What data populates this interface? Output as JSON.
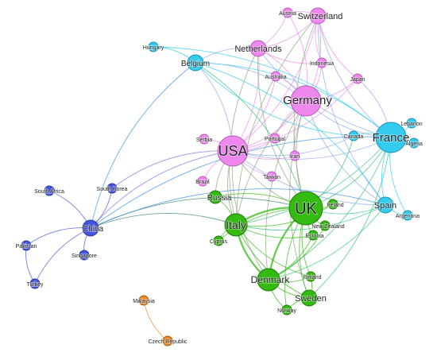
{
  "communities": {
    "pink": {
      "fill": "#ee88ee",
      "stroke": "#b55ab5"
    },
    "cyan": {
      "fill": "#33ccee",
      "stroke": "#1a8fb0"
    },
    "green": {
      "fill": "#33bb11",
      "stroke": "#1f7a0a"
    },
    "blue": {
      "fill": "#4455dd",
      "stroke": "#2a35a0"
    },
    "orange": {
      "fill": "#ee8822",
      "stroke": "#a85a10"
    }
  },
  "nodes": [
    {
      "id": "usa",
      "label": "USA",
      "group": "pink",
      "weight": 5
    },
    {
      "id": "germany",
      "label": "Germany",
      "group": "pink",
      "weight": 5
    },
    {
      "id": "netherlands",
      "label": "Netherlands",
      "group": "pink",
      "weight": 3
    },
    {
      "id": "switzerland",
      "label": "Switzerland",
      "group": "pink",
      "weight": 3
    },
    {
      "id": "austria",
      "label": "Austria",
      "group": "pink",
      "weight": 1
    },
    {
      "id": "indonesia",
      "label": "Indonesia",
      "group": "pink",
      "weight": 1
    },
    {
      "id": "australia",
      "label": "Australia",
      "group": "pink",
      "weight": 1
    },
    {
      "id": "japan",
      "label": "Japan",
      "group": "pink",
      "weight": 1
    },
    {
      "id": "portugal",
      "label": "Portugal",
      "group": "pink",
      "weight": 1
    },
    {
      "id": "iran",
      "label": "Iran",
      "group": "pink",
      "weight": 1
    },
    {
      "id": "serbia",
      "label": "Serbia",
      "group": "pink",
      "weight": 1
    },
    {
      "id": "taiwan",
      "label": "Taiwan",
      "group": "pink",
      "weight": 1
    },
    {
      "id": "brazil",
      "label": "Brazil",
      "group": "pink",
      "weight": 1
    },
    {
      "id": "france",
      "label": "France",
      "group": "cyan",
      "weight": 5
    },
    {
      "id": "belgium",
      "label": "Belgium",
      "group": "cyan",
      "weight": 3
    },
    {
      "id": "hungary",
      "label": "Hungary",
      "group": "cyan",
      "weight": 1
    },
    {
      "id": "canada",
      "label": "Canada",
      "group": "cyan",
      "weight": 1
    },
    {
      "id": "lebanon",
      "label": "Lebanon",
      "group": "cyan",
      "weight": 1
    },
    {
      "id": "algeria",
      "label": "Algeria",
      "group": "cyan",
      "weight": 1
    },
    {
      "id": "spain",
      "label": "Spain",
      "group": "cyan",
      "weight": 3
    },
    {
      "id": "argentina",
      "label": "Argentina",
      "group": "cyan",
      "weight": 1
    },
    {
      "id": "uk",
      "label": "UK",
      "group": "green",
      "weight": 6
    },
    {
      "id": "italy",
      "label": "Italy",
      "group": "green",
      "weight": 4
    },
    {
      "id": "russia",
      "label": "Russia",
      "group": "green",
      "weight": 2
    },
    {
      "id": "ireland",
      "label": "Ireland",
      "group": "green",
      "weight": 1
    },
    {
      "id": "newzealand",
      "label": "New Zealand",
      "group": "green",
      "weight": 1
    },
    {
      "id": "estonia",
      "label": "Estonia",
      "group": "green",
      "weight": 1
    },
    {
      "id": "cyprus",
      "label": "Cyprus",
      "group": "green",
      "weight": 1
    },
    {
      "id": "denmark",
      "label": "Denmark",
      "group": "green",
      "weight": 4
    },
    {
      "id": "finland",
      "label": "Finland",
      "group": "green",
      "weight": 1
    },
    {
      "id": "sweden",
      "label": "Sweden",
      "group": "green",
      "weight": 3
    },
    {
      "id": "norway",
      "label": "Norway",
      "group": "green",
      "weight": 1
    },
    {
      "id": "china",
      "label": "China",
      "group": "blue",
      "weight": 3
    },
    {
      "id": "southkorea",
      "label": "South Korea",
      "group": "blue",
      "weight": 1
    },
    {
      "id": "southafrica",
      "label": "South Africa",
      "group": "blue",
      "weight": 1
    },
    {
      "id": "pakistan",
      "label": "Pakistan",
      "group": "blue",
      "weight": 1
    },
    {
      "id": "singapore",
      "label": "Singapore",
      "group": "blue",
      "weight": 1
    },
    {
      "id": "turkey",
      "label": "Turkey",
      "group": "blue",
      "weight": 1
    },
    {
      "id": "malaysia",
      "label": "Malaysia",
      "group": "orange",
      "weight": 1
    },
    {
      "id": "czech",
      "label": "Czech Republic",
      "group": "orange",
      "weight": 1
    }
  ],
  "edges": [
    [
      "usa",
      "germany"
    ],
    [
      "usa",
      "netherlands"
    ],
    [
      "usa",
      "switzerland"
    ],
    [
      "usa",
      "uk"
    ],
    [
      "usa",
      "france"
    ],
    [
      "usa",
      "italy"
    ],
    [
      "usa",
      "china"
    ],
    [
      "usa",
      "southkorea"
    ],
    [
      "usa",
      "canada"
    ],
    [
      "usa",
      "portugal"
    ],
    [
      "usa",
      "serbia"
    ],
    [
      "usa",
      "brazil"
    ],
    [
      "usa",
      "taiwan"
    ],
    [
      "usa",
      "iran"
    ],
    [
      "usa",
      "australia"
    ],
    [
      "usa",
      "japan"
    ],
    [
      "usa",
      "spain"
    ],
    [
      "usa",
      "denmark"
    ],
    [
      "usa",
      "russia"
    ],
    [
      "usa",
      "belgium"
    ],
    [
      "germany",
      "netherlands"
    ],
    [
      "germany",
      "switzerland"
    ],
    [
      "germany",
      "austria"
    ],
    [
      "germany",
      "uk"
    ],
    [
      "germany",
      "france"
    ],
    [
      "germany",
      "italy"
    ],
    [
      "germany",
      "denmark"
    ],
    [
      "germany",
      "sweden"
    ],
    [
      "germany",
      "spain"
    ],
    [
      "germany",
      "belgium"
    ],
    [
      "germany",
      "indonesia"
    ],
    [
      "germany",
      "australia"
    ],
    [
      "germany",
      "portugal"
    ],
    [
      "germany",
      "iran"
    ],
    [
      "germany",
      "japan"
    ],
    [
      "netherlands",
      "switzerland"
    ],
    [
      "netherlands",
      "uk"
    ],
    [
      "netherlands",
      "france"
    ],
    [
      "netherlands",
      "belgium"
    ],
    [
      "netherlands",
      "indonesia"
    ],
    [
      "netherlands",
      "italy"
    ],
    [
      "netherlands",
      "austria"
    ],
    [
      "switzerland",
      "austria"
    ],
    [
      "switzerland",
      "france"
    ],
    [
      "switzerland",
      "uk"
    ],
    [
      "switzerland",
      "spain"
    ],
    [
      "switzerland",
      "indonesia"
    ],
    [
      "switzerland",
      "japan"
    ],
    [
      "switzerland",
      "italy"
    ],
    [
      "uk",
      "france"
    ],
    [
      "uk",
      "italy"
    ],
    [
      "uk",
      "denmark"
    ],
    [
      "uk",
      "sweden"
    ],
    [
      "uk",
      "ireland"
    ],
    [
      "uk",
      "newzealand"
    ],
    [
      "uk",
      "estonia"
    ],
    [
      "uk",
      "spain"
    ],
    [
      "uk",
      "china"
    ],
    [
      "uk",
      "canada"
    ],
    [
      "uk",
      "russia"
    ],
    [
      "uk",
      "finland"
    ],
    [
      "uk",
      "norway"
    ],
    [
      "uk",
      "belgium"
    ],
    [
      "uk",
      "cyprus"
    ],
    [
      "italy",
      "denmark"
    ],
    [
      "italy",
      "sweden"
    ],
    [
      "italy",
      "russia"
    ],
    [
      "italy",
      "cyprus"
    ],
    [
      "italy",
      "france"
    ],
    [
      "italy",
      "spain"
    ],
    [
      "italy",
      "china"
    ],
    [
      "italy",
      "finland"
    ],
    [
      "italy",
      "ireland"
    ],
    [
      "italy",
      "estonia"
    ],
    [
      "denmark",
      "sweden"
    ],
    [
      "denmark",
      "finland"
    ],
    [
      "denmark",
      "norway"
    ],
    [
      "denmark",
      "france"
    ],
    [
      "denmark",
      "spain"
    ],
    [
      "denmark",
      "newzealand"
    ],
    [
      "denmark",
      "estonia"
    ],
    [
      "sweden",
      "norway"
    ],
    [
      "sweden",
      "finland"
    ],
    [
      "sweden",
      "france"
    ],
    [
      "france",
      "belgium"
    ],
    [
      "france",
      "spain"
    ],
    [
      "france",
      "lebanon"
    ],
    [
      "france",
      "algeria"
    ],
    [
      "france",
      "canada"
    ],
    [
      "france",
      "china"
    ],
    [
      "france",
      "hungary"
    ],
    [
      "france",
      "argentina"
    ],
    [
      "france",
      "japan"
    ],
    [
      "spain",
      "argentina"
    ],
    [
      "spain",
      "belgium"
    ],
    [
      "spain",
      "china"
    ],
    [
      "belgium",
      "hungary"
    ],
    [
      "belgium",
      "china"
    ],
    [
      "belgium",
      "canada"
    ],
    [
      "china",
      "southkorea"
    ],
    [
      "china",
      "southafrica"
    ],
    [
      "china",
      "pakistan"
    ],
    [
      "china",
      "singapore"
    ],
    [
      "china",
      "turkey"
    ],
    [
      "pakistan",
      "turkey"
    ],
    [
      "malaysia",
      "czech"
    ]
  ]
}
